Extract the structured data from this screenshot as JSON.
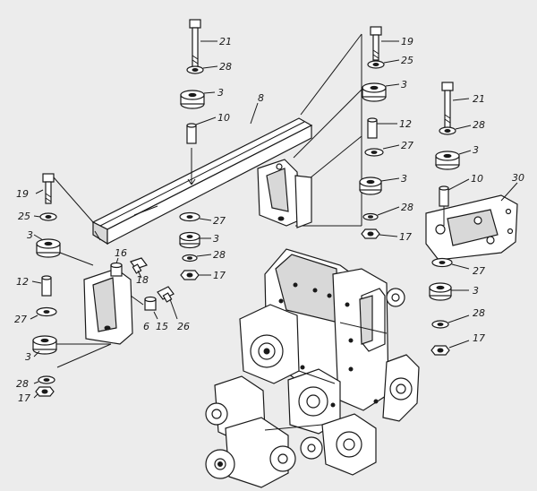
{
  "callouts": [
    {
      "id": "c21a",
      "text": "21"
    },
    {
      "id": "c28a",
      "text": "28"
    },
    {
      "id": "c3a",
      "text": "3"
    },
    {
      "id": "c10a",
      "text": "10"
    },
    {
      "id": "c8",
      "text": "8"
    },
    {
      "id": "c19a",
      "text": "19"
    },
    {
      "id": "c25a",
      "text": "25"
    },
    {
      "id": "c3b",
      "text": "3"
    },
    {
      "id": "c12a",
      "text": "12"
    },
    {
      "id": "c27a",
      "text": "27"
    },
    {
      "id": "c3c",
      "text": "3"
    },
    {
      "id": "c28b",
      "text": "28"
    },
    {
      "id": "c17a",
      "text": "17"
    },
    {
      "id": "c21b",
      "text": "21"
    },
    {
      "id": "c28c",
      "text": "28"
    },
    {
      "id": "c3d",
      "text": "3"
    },
    {
      "id": "c10b",
      "text": "10"
    },
    {
      "id": "c30",
      "text": "30"
    },
    {
      "id": "c19b",
      "text": "19"
    },
    {
      "id": "c25b",
      "text": "25"
    },
    {
      "id": "c27b",
      "text": "27"
    },
    {
      "id": "c3e",
      "text": "3"
    },
    {
      "id": "c28d",
      "text": "28"
    },
    {
      "id": "c17b",
      "text": "17"
    },
    {
      "id": "c3f",
      "text": "3"
    },
    {
      "id": "c16",
      "text": "16"
    },
    {
      "id": "c18",
      "text": "18"
    },
    {
      "id": "c12b",
      "text": "12"
    },
    {
      "id": "c6",
      "text": "6"
    },
    {
      "id": "c15",
      "text": "15"
    },
    {
      "id": "c26",
      "text": "26"
    },
    {
      "id": "c27c",
      "text": "27"
    },
    {
      "id": "c3g",
      "text": "3"
    },
    {
      "id": "c28e",
      "text": "28"
    },
    {
      "id": "c17c",
      "text": "17"
    },
    {
      "id": "c27d",
      "text": "27"
    },
    {
      "id": "c3h",
      "text": "3"
    },
    {
      "id": "c28f",
      "text": "28"
    },
    {
      "id": "c17d",
      "text": "17"
    }
  ]
}
